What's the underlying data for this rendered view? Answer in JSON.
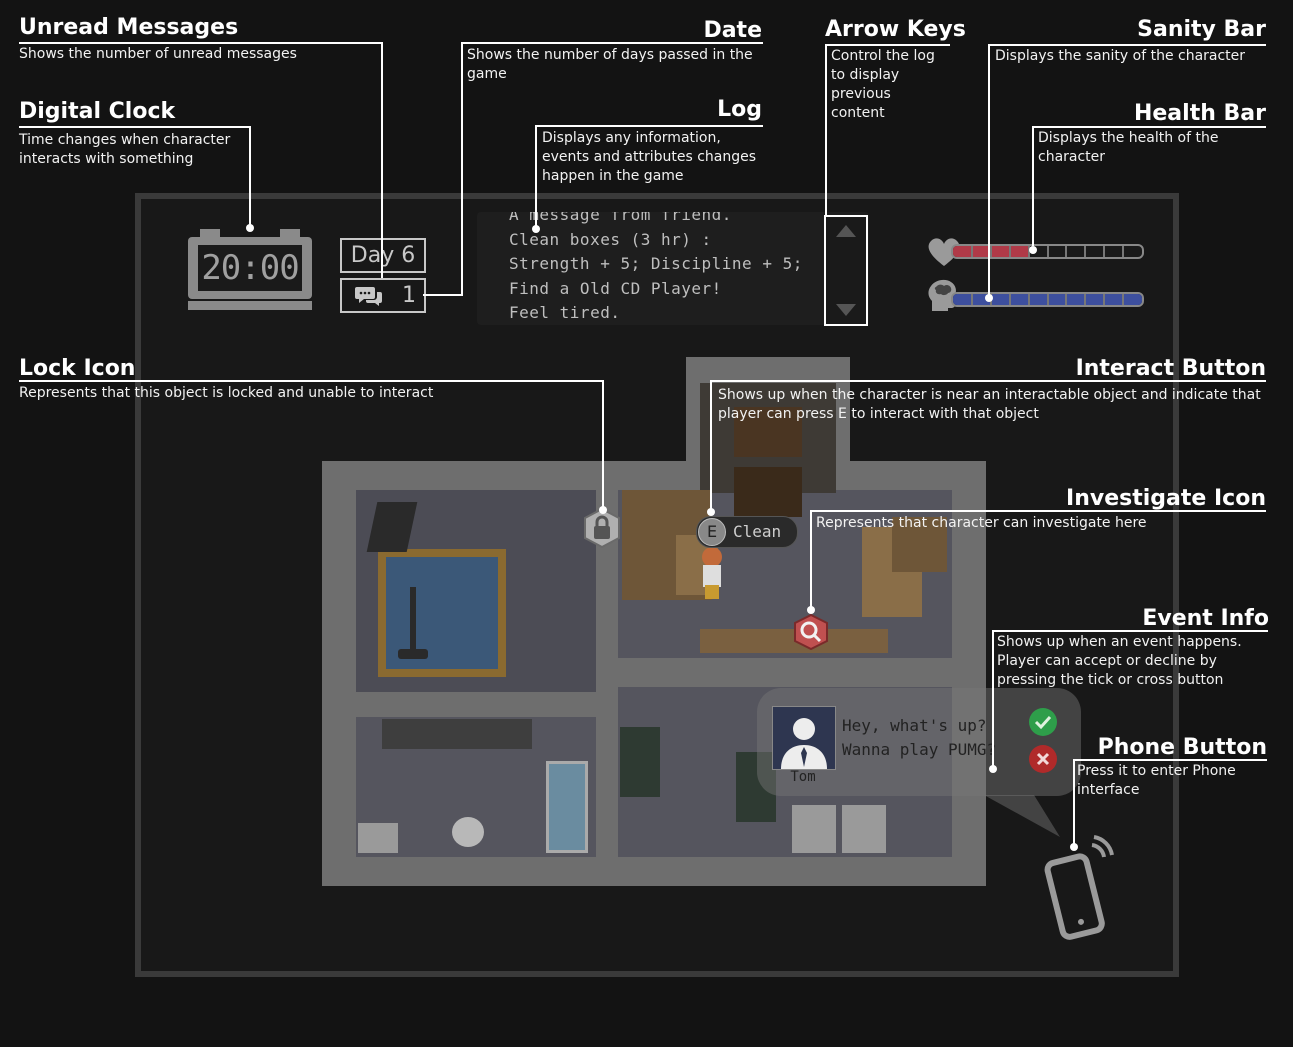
{
  "labels": {
    "unread": {
      "title": "Unread Messages",
      "desc": "Shows the number of unread messages"
    },
    "clock": {
      "title": "Digital Clock",
      "desc": "Time changes when character interacts with something"
    },
    "date": {
      "title": "Date",
      "desc": "Shows the number of days passed in the game"
    },
    "log": {
      "title": "Log",
      "desc": "Displays any information, events and attributes changes happen in the game"
    },
    "arrows": {
      "title": "Arrow Keys",
      "desc": "Control the log to display previous content"
    },
    "sanity": {
      "title": "Sanity Bar",
      "desc": "Displays the sanity of the character"
    },
    "health": {
      "title": "Health Bar",
      "desc": "Displays the health of the character"
    },
    "lock": {
      "title": "Lock Icon",
      "desc": "Represents that this object is locked and unable to interact"
    },
    "interact": {
      "title": "Interact Button",
      "desc": "Shows up when the character is near an interactable object and indicate that player can press E to interact with that object"
    },
    "investigate": {
      "title": "Investigate Icon",
      "desc": "Represents that character can investigate here"
    },
    "event": {
      "title": "Event Info",
      "desc": "Shows up when an event happens. Player can accept or decline by pressing the tick or cross button"
    },
    "phone": {
      "title": "Phone Button",
      "desc": "Press it to enter Phone interface"
    }
  },
  "hud": {
    "clock": "20:00",
    "day": "Day 6",
    "unread_count": "1",
    "log_lines": [
      "A message from friend.",
      "Clean boxes (3 hr) :",
      "Strength + 5; Discipline + 5;",
      "Find a Old CD Player!",
      "Feel tired."
    ],
    "health_level": 0.4,
    "sanity_level": 1.0,
    "bar_segments": 10,
    "health_color": "#b03a48",
    "sanity_color": "#3d4f9e"
  },
  "interact": {
    "key": "E",
    "label": "Clean"
  },
  "event": {
    "lines": [
      "Hey, what's up?",
      "Wanna play PUMG?"
    ],
    "sender": "Tom",
    "accept_color": "#2e9e4a",
    "decline_color": "#b02a2a"
  }
}
